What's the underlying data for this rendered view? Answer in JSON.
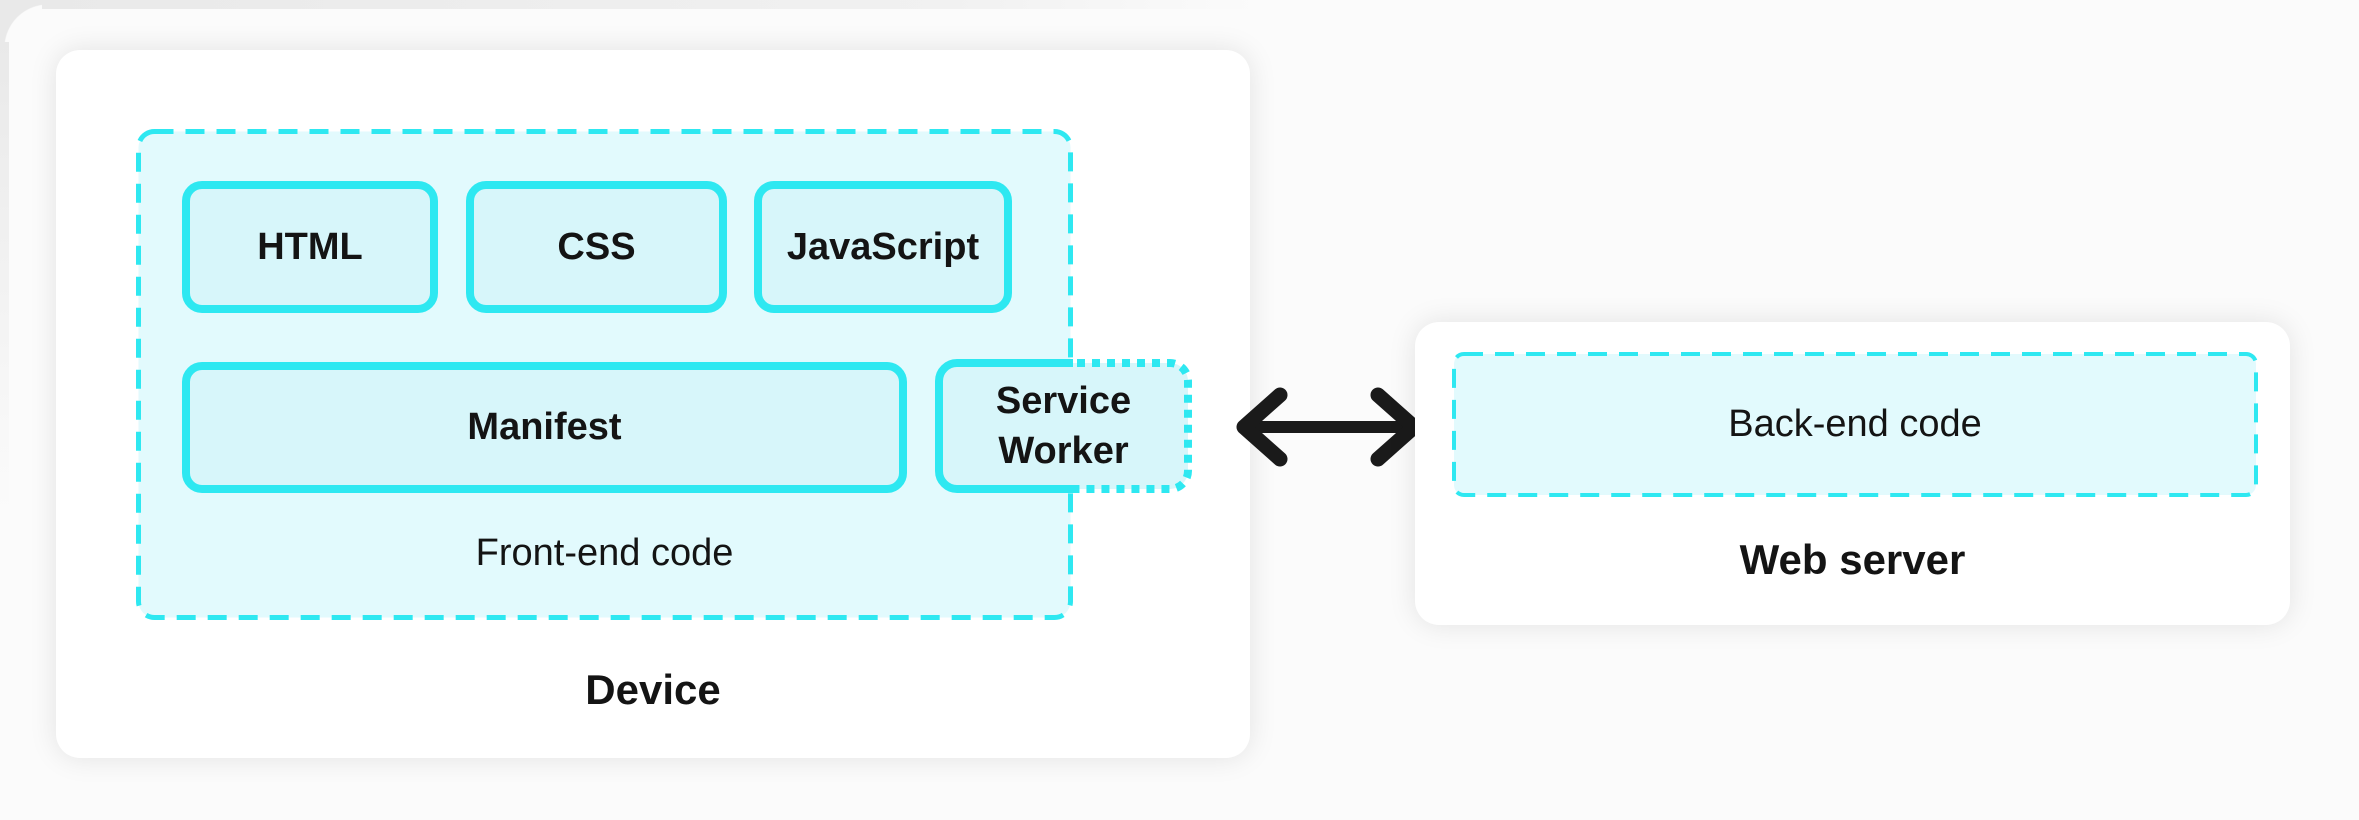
{
  "colors": {
    "cyan": "#2ee8f1",
    "box_fill": "#d7f6fa",
    "panel_fill": "#e2fafd",
    "card_bg": "#ffffff",
    "page_bg": "#fbfbfb",
    "arrow": "#1a1a1a",
    "text": "#141414"
  },
  "device": {
    "title": "Device",
    "frontend": {
      "title": "Front-end code",
      "code_boxes": [
        {
          "label": "HTML"
        },
        {
          "label": "CSS"
        },
        {
          "label": "JavaScript"
        }
      ],
      "manifest_label": "Manifest",
      "service_worker_label": "Service Worker"
    }
  },
  "connection": {
    "type": "bidirectional-arrow"
  },
  "server": {
    "title": "Web server",
    "backend_label": "Back-end code"
  }
}
